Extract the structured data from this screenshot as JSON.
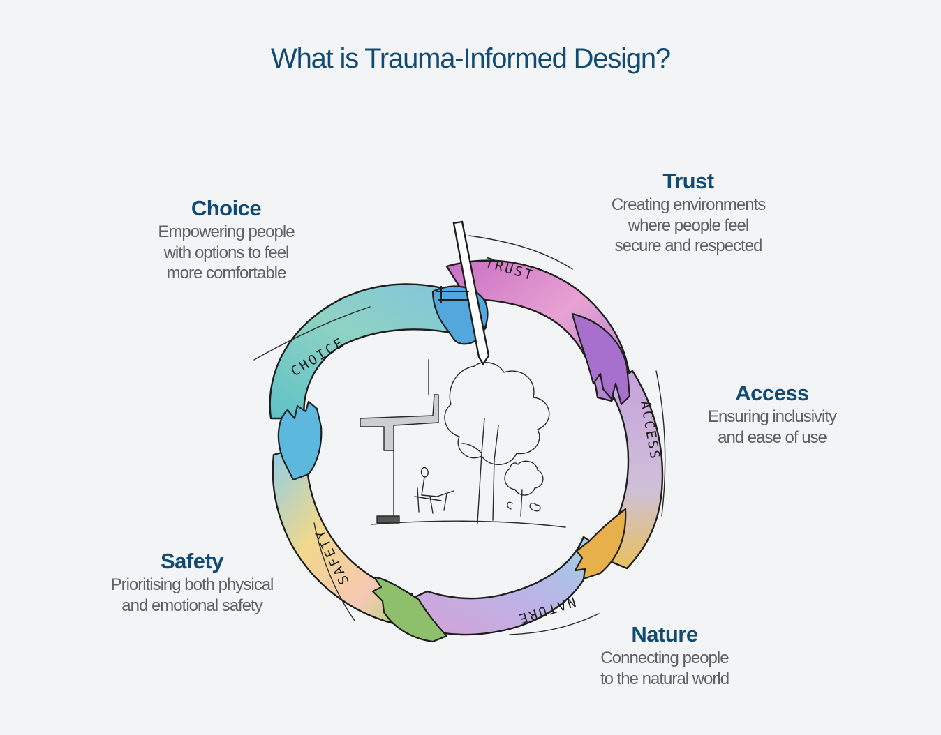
{
  "title": "What is Trauma-Informed Design?",
  "principles": {
    "choice": {
      "heading": "Choice",
      "lines": [
        "Empowering people",
        "with options to feel",
        "more comfortable"
      ]
    },
    "trust": {
      "heading": "Trust",
      "lines": [
        "Creating environments",
        "where people feel",
        "secure and respected"
      ]
    },
    "access": {
      "heading": "Access",
      "lines": [
        "Ensuring inclusivity",
        "and ease of use"
      ]
    },
    "safety": {
      "heading": "Safety",
      "lines": [
        "Prioritising both physical",
        "and emotional safety"
      ]
    },
    "nature": {
      "heading": "Nature",
      "lines": [
        "Connecting people",
        "to the natural world"
      ]
    }
  },
  "ring_labels": {
    "choice": "CHOICE",
    "trust": "TRUST",
    "access": "ACCESS",
    "safety": "SAFETY",
    "nature": "NATURE"
  },
  "colors": {
    "heading": "#114a73",
    "body_text": "#5d6166",
    "background": "#f3f4f6",
    "arm_choice": "#5cc4c8",
    "arm_trust": "#c878c8",
    "arm_access": "#c4a6dc",
    "arm_nature": "#b8b0e4",
    "arm_safety": "#f4d890"
  }
}
